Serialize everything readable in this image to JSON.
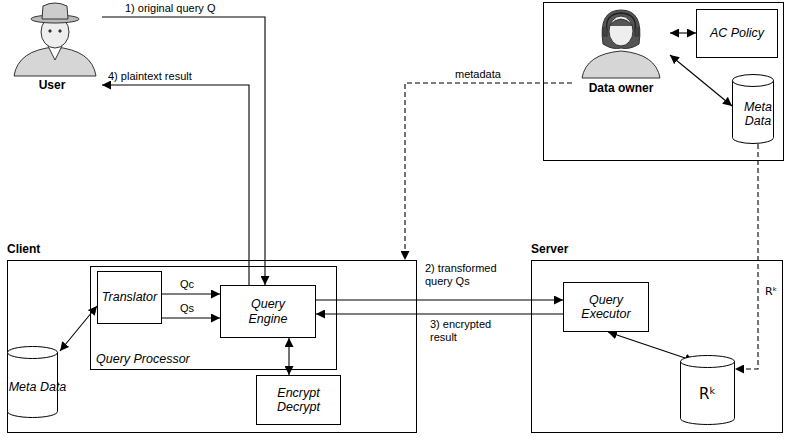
{
  "diagram": {
    "nodes": [
      {
        "text": [
          "User"
        ]
      },
      {
        "text": [
          "Data owner"
        ]
      },
      {
        "text": [
          "AC Policy"
        ]
      },
      {
        "text": [
          "Meta Data"
        ]
      },
      {
        "text": [
          "Client"
        ]
      },
      {
        "text": [
          "Query Processor"
        ],
        "in": 4
      },
      {
        "text": [
          "Translator"
        ],
        "in": 5
      },
      {
        "text": [
          "Query Engine"
        ],
        "in": 5
      },
      {
        "text": [
          "Meta Data"
        ],
        "in": 4
      },
      {
        "text": [
          "Encrypt Decrypt"
        ],
        "in": 4
      },
      {
        "text": [
          "Server"
        ]
      },
      {
        "text": [
          "Query Executor"
        ],
        "in": 10
      },
      {
        "text": [
          "Rᵏ"
        ],
        "in": 10
      }
    ],
    "edges": [
      {
        "from": 0,
        "to": 7,
        "label": "1) original query Q",
        "arrow": "to"
      },
      {
        "from": 7,
        "to": 0,
        "label": "4) plaintext result",
        "arrow": "to"
      },
      {
        "from": 1,
        "to": 4,
        "label": "metadata",
        "arrow": "to"
      },
      {
        "from": 1,
        "to": 2,
        "arrow": "both"
      },
      {
        "from": 1,
        "to": 3,
        "arrow": "both"
      },
      {
        "from": 6,
        "to": 7,
        "label": "Qc",
        "arrow": "to"
      },
      {
        "from": 6,
        "to": 7,
        "label": "Qs",
        "arrow": "to"
      },
      {
        "from": 6,
        "to": 8,
        "arrow": "both"
      },
      {
        "from": 7,
        "to": 9,
        "arrow": "both"
      },
      {
        "from": 7,
        "to": 11,
        "label": "2) transformed query Qs",
        "arrow": "to"
      },
      {
        "from": 11,
        "to": 7,
        "label": "3) encrypted result",
        "arrow": "to"
      },
      {
        "from": 11,
        "to": 12,
        "arrow": "both"
      },
      {
        "from": 3,
        "to": 12,
        "label": "Rᵏ",
        "arrow": "to"
      }
    ]
  }
}
